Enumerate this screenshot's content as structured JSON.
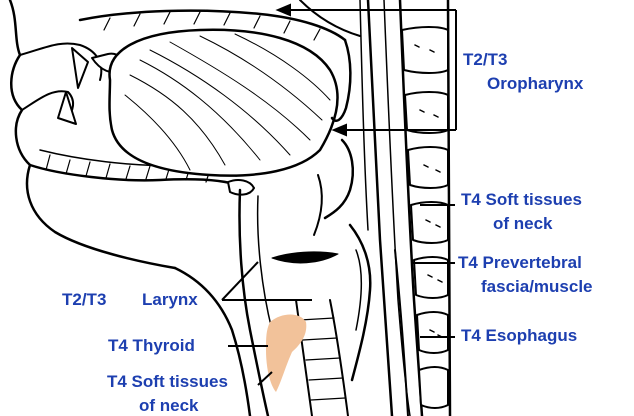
{
  "colors": {
    "label": "#1d3fb0",
    "line": "#000000",
    "thyroid": "#f2c29a"
  },
  "labels": {
    "oropharynx_stage": "T2/T3",
    "oropharynx_name": "Oropharynx",
    "soft_tissue_right_line1": "T4 Soft tissues",
    "soft_tissue_right_line2": "of neck",
    "prevertebral_line1": "T4 Prevertebral",
    "prevertebral_line2": "fascia/muscle",
    "esophagus": "T4 Esophagus",
    "larynx_stage": "T2/T3",
    "larynx_name": "Larynx",
    "thyroid": "T4 Thyroid",
    "soft_tissue_left_line1": "T4 Soft tissues",
    "soft_tissue_left_line2": "of neck"
  }
}
